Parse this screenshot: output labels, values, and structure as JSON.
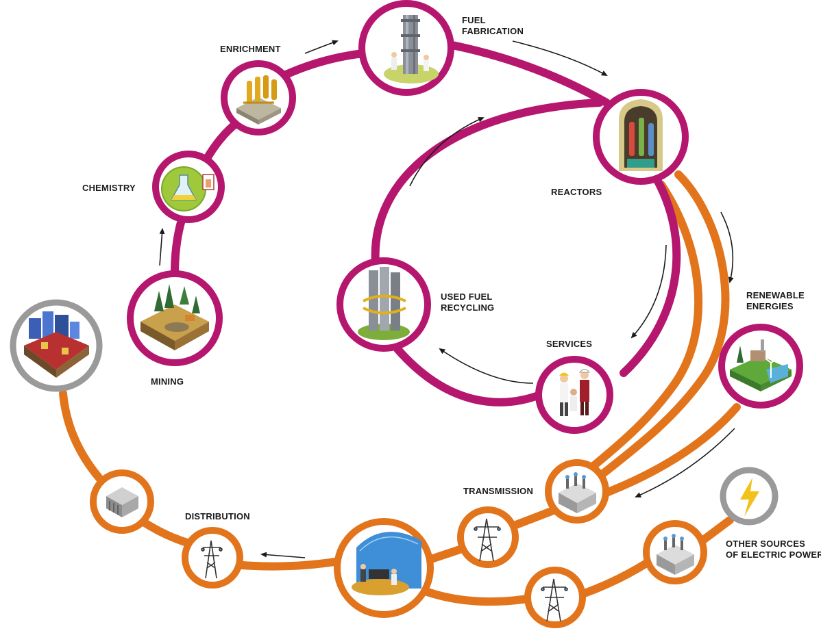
{
  "colors": {
    "nuclear_cycle": "#B5166E",
    "electric_grid": "#E2741C",
    "external_source": "#9A9A9A",
    "arrow": "#1a1a1a"
  },
  "labels": {
    "enrichment": "ENRICHMENT",
    "fuel_fabrication": "FUEL\nFABRICATION",
    "chemistry": "CHEMISTRY",
    "reactors": "REACTORS",
    "mining": "MINING",
    "used_fuel_recycling": "USED FUEL\nRECYCLING",
    "renewable_energies": "RENEWABLE\nENERGIES",
    "services": "SERVICES",
    "transmission": "TRANSMISSION",
    "distribution": "DISTRIBUTION",
    "other_sources": "OTHER SOURCES\nOF ELECTRIC POWER"
  },
  "nodes": [
    {
      "id": "consumers",
      "icon": "city-consumers-icon",
      "ring": "external_source"
    },
    {
      "id": "mining",
      "icon": "mine-icon",
      "ring": "nuclear_cycle"
    },
    {
      "id": "chemistry",
      "icon": "flask-icon",
      "ring": "nuclear_cycle"
    },
    {
      "id": "enrichment",
      "icon": "enrichment-plant-icon",
      "ring": "nuclear_cycle"
    },
    {
      "id": "fuel_fabrication",
      "icon": "fuel-assembly-icon",
      "ring": "nuclear_cycle"
    },
    {
      "id": "reactors",
      "icon": "reactor-vessel-icon",
      "ring": "nuclear_cycle"
    },
    {
      "id": "used_fuel_recycling",
      "icon": "recycling-assembly-icon",
      "ring": "nuclear_cycle"
    },
    {
      "id": "services",
      "icon": "engineers-icon",
      "ring": "nuclear_cycle"
    },
    {
      "id": "renewable_energies",
      "icon": "wind-farm-icon",
      "ring": "nuclear_cycle"
    },
    {
      "id": "transmission",
      "icon": "transformer-icon",
      "ring": "electric_grid"
    },
    {
      "id": "other_sources",
      "icon": "lightning-bolt-icon",
      "ring": "external_source"
    },
    {
      "id": "transformer_b",
      "icon": "transformer-icon",
      "ring": "electric_grid"
    },
    {
      "id": "pylon_a",
      "icon": "power-pylon-icon",
      "ring": "electric_grid"
    },
    {
      "id": "pylon_b",
      "icon": "power-pylon-icon",
      "ring": "electric_grid"
    },
    {
      "id": "control_center",
      "icon": "control-room-icon",
      "ring": "electric_grid"
    },
    {
      "id": "distribution",
      "icon": "power-pylon-icon",
      "ring": "electric_grid"
    },
    {
      "id": "substation",
      "icon": "server-racks-icon",
      "ring": "electric_grid"
    }
  ]
}
